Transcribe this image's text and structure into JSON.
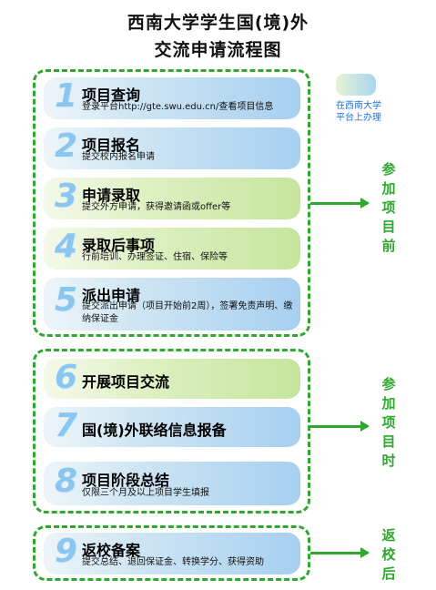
{
  "title": {
    "line1": "西南大学学生国(境)外",
    "line2": "交流申请流程图"
  },
  "legend": {
    "line1": "在西南大学",
    "line2": "平台上办理",
    "color": "#a7d6ee"
  },
  "steps": [
    {
      "num": "1",
      "title": "项目查询",
      "desc": "登录平台http://gte.swu.edu.cn/查看项目信息",
      "style": "blue"
    },
    {
      "num": "2",
      "title": "项目报名",
      "desc": "提交校内报名申请",
      "style": "blue"
    },
    {
      "num": "3",
      "title": "申请录取",
      "desc": "提交外方申请，获得邀请函或offer等",
      "style": "green"
    },
    {
      "num": "4",
      "title": "录取后事项",
      "desc": "行前培训、办理签证、住宿、保险等",
      "style": "green"
    },
    {
      "num": "5",
      "title": "派出申请",
      "desc": "提交派出申请（项目开始前2周），签署免责声明、缴纳保证金",
      "style": "blue"
    },
    {
      "num": "6",
      "title": "开展项目交流",
      "desc": "",
      "style": "green"
    },
    {
      "num": "7",
      "title": "国(境)外联络信息报备",
      "desc": "",
      "style": "blue"
    },
    {
      "num": "8",
      "title": "项目阶段总结",
      "desc": "仅限三个月及以上项目学生填报",
      "style": "blue"
    },
    {
      "num": "9",
      "title": "返校备案",
      "desc": "提交总结、退回保证金、转换学分、获得资助",
      "style": "blue"
    }
  ],
  "phases": [
    {
      "chars": [
        "参",
        "加",
        "项",
        "目",
        "前"
      ]
    },
    {
      "chars": [
        "参",
        "加",
        "项",
        "目",
        "时"
      ]
    },
    {
      "chars": [
        "返",
        "校",
        "后"
      ]
    }
  ],
  "colors": {
    "accent_green": "#2ea82e",
    "step_blue": "#a7cff0",
    "step_green": "#c5e59d",
    "legend_text": "#1a73e8"
  }
}
